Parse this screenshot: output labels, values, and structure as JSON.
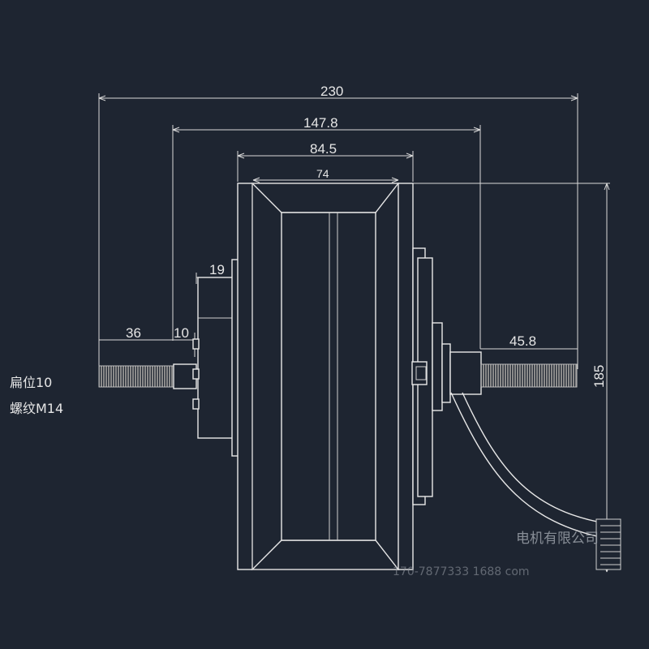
{
  "dimensions": {
    "overall_width": "230",
    "bearing_span": "147.8",
    "hub_width": "84.5",
    "rim_width": "74",
    "height": "185",
    "left_axle": "36",
    "left_gap": "10",
    "left_flange": "19",
    "right_axle": "45.8"
  },
  "notes": {
    "flat": "扁位10",
    "thread": "螺纹M14"
  },
  "watermark": {
    "company": "电机有限公司",
    "phone": "170-7877333 1688 com"
  },
  "colors": {
    "background": "#1e2531",
    "line": "#e8e8e8"
  }
}
